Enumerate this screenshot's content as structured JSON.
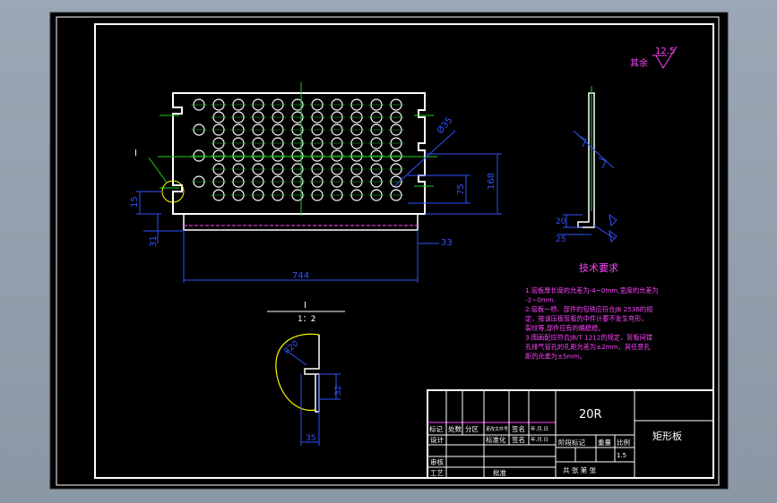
{
  "colors": {
    "viewport_bg": "#9aa7b4",
    "paper": "#000000",
    "outline": "#ffffff",
    "centerline": "#22cc22",
    "dimension": "#2f52ff",
    "weld": "#ffff00",
    "notes": "#ff44ff",
    "section_cut": "#00ff00"
  },
  "roughness": {
    "prefix": "其余",
    "value": "12.5"
  },
  "dimensions": {
    "width": "744",
    "height_overall": "168",
    "height_partial": "75",
    "hole_dia": "Ø35",
    "slot_left": "15",
    "bottom_offset": "31",
    "right_offset": "33",
    "side_upper": "20",
    "side_lower": "25",
    "detail_r": "R20",
    "detail_depth": "32",
    "detail_width": "35"
  },
  "detail": {
    "mark": "I",
    "label": "I",
    "scale": "1：2"
  },
  "tech": {
    "title": "技术要求",
    "notes": [
      "1.管板厚长度的允差为-4~0mm,宽度的允差为",
      "  -2~0mm.",
      "2.管板一桥、部件的包铁应符合JB 2536的规",
      "  定，按该压板管板的中件计要不发生弯形，",
      "  裂纹等,部件应有的确稳稳。",
      "3.图画配应符合JB/T 1212的规定，管板间错",
      "  孔排气管孔的孔距允差为±2mm，其任意孔",
      "  距的允差为±5mm。"
    ]
  },
  "title_block": {
    "material": "20R",
    "part_name": "矩形板",
    "row_labels": [
      "标记",
      "处数",
      "分区",
      "更改文件号",
      "签名",
      "年.月.日"
    ],
    "design_row": [
      "设计",
      "标准化",
      "签名",
      "年.月.日"
    ],
    "stage_labels": [
      "阶段标记",
      "重量",
      "比例"
    ],
    "scale": "1.5",
    "check": "审核",
    "process": "工艺",
    "approve": "批准",
    "sheets": "共  张  第  张"
  }
}
